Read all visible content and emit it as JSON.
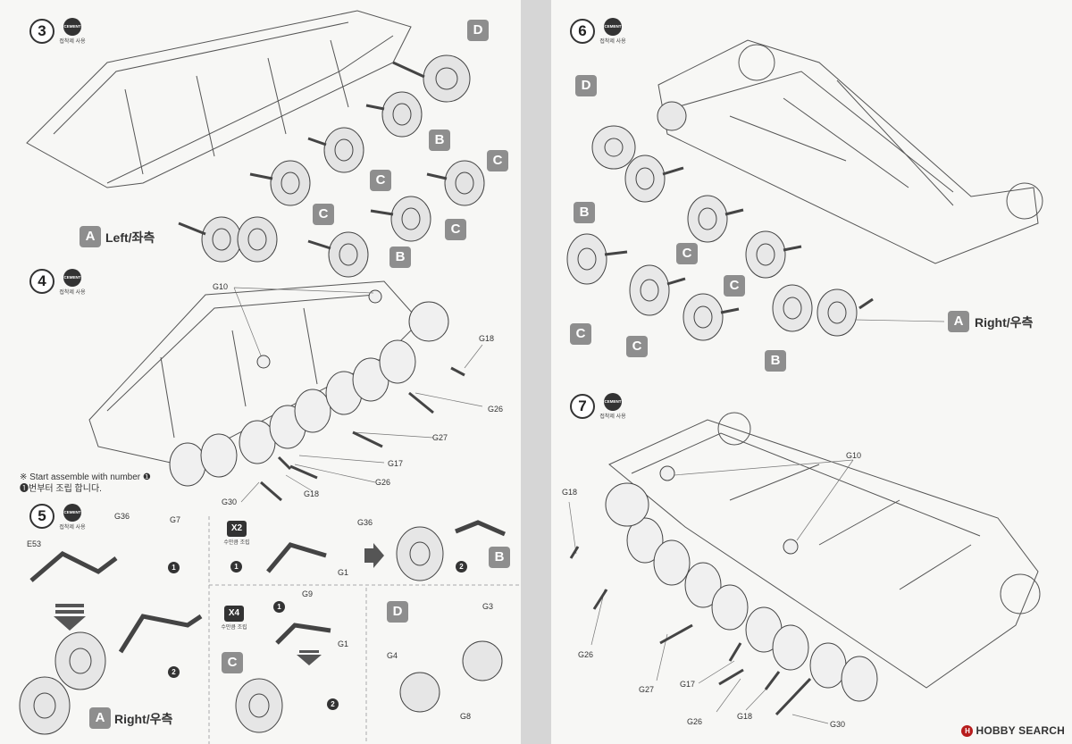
{
  "cement": {
    "badge": "CEMENT",
    "caption": "접착제 사용"
  },
  "steps": {
    "s3": {
      "number": "3",
      "side_label": "Left/좌측"
    },
    "s4": {
      "number": "4"
    },
    "s5": {
      "number": "5",
      "side_label": "Right/우측"
    },
    "s6": {
      "number": "6",
      "side_label": "Right/우측"
    },
    "s7": {
      "number": "7"
    }
  },
  "tags": {
    "a": "A",
    "b": "B",
    "c": "C",
    "d": "D"
  },
  "parts": {
    "g1": "G1",
    "g3": "G3",
    "g4": "G4",
    "g7": "G7",
    "g8": "G8",
    "g9": "G9",
    "g10": "G10",
    "g17": "G17",
    "g18": "G18",
    "g26": "G26",
    "g27": "G27",
    "g30": "G30",
    "g36": "G36",
    "e53": "E53"
  },
  "notes": {
    "start_en": "※ Start assemble with number ❶",
    "start_ko": "❶번부터 조립 합니다."
  },
  "subassembly": {
    "x2": "X2",
    "x4": "X4",
    "caption": "수만큼 조립"
  },
  "order": {
    "one": "1",
    "two": "2"
  },
  "watermark": {
    "icon": "H",
    "text": "HOBBY SEARCH"
  }
}
